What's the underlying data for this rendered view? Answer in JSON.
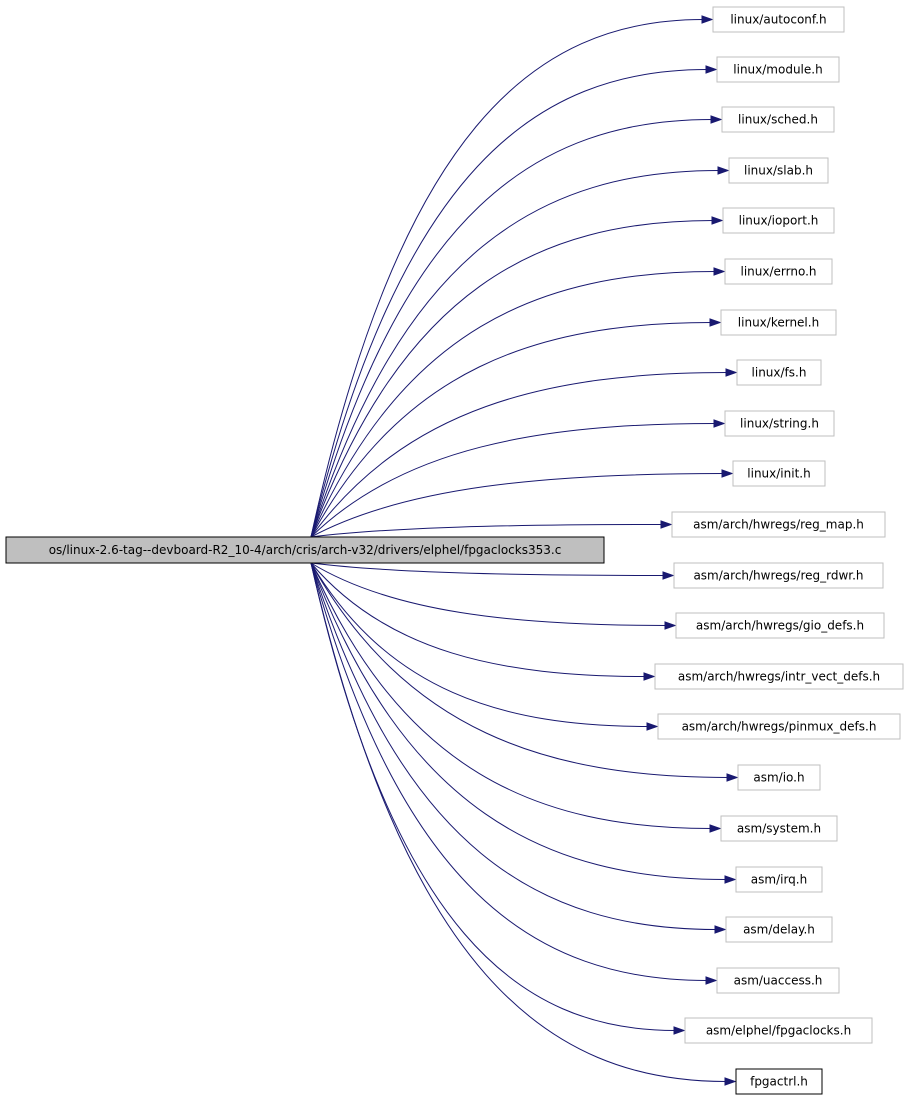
{
  "root": {
    "label": "os/linux-2.6-tag--devboard-R2_10-4/arch/cris/arch-v32/drivers/elphel/fpgaclocks353.c"
  },
  "includes": [
    {
      "label": "linux/autoconf.h"
    },
    {
      "label": "linux/module.h"
    },
    {
      "label": "linux/sched.h"
    },
    {
      "label": "linux/slab.h"
    },
    {
      "label": "linux/ioport.h"
    },
    {
      "label": "linux/errno.h"
    },
    {
      "label": "linux/kernel.h"
    },
    {
      "label": "linux/fs.h"
    },
    {
      "label": "linux/string.h"
    },
    {
      "label": "linux/init.h"
    },
    {
      "label": "asm/arch/hwregs/reg_map.h"
    },
    {
      "label": "asm/arch/hwregs/reg_rdwr.h"
    },
    {
      "label": "asm/arch/hwregs/gio_defs.h"
    },
    {
      "label": "asm/arch/hwregs/intr_vect_defs.h"
    },
    {
      "label": "asm/arch/hwregs/pinmux_defs.h"
    },
    {
      "label": "asm/io.h"
    },
    {
      "label": "asm/system.h"
    },
    {
      "label": "asm/irq.h"
    },
    {
      "label": "asm/delay.h"
    },
    {
      "label": "asm/uaccess.h"
    },
    {
      "label": "asm/elphel/fpgaclocks.h"
    },
    {
      "label": "fpgactrl.h",
      "documented": true
    }
  ],
  "colors": {
    "edge": "#191970",
    "root_fill": "#bfbfbf",
    "node_border": "#bfbfbf",
    "documented_border": "#000000"
  }
}
